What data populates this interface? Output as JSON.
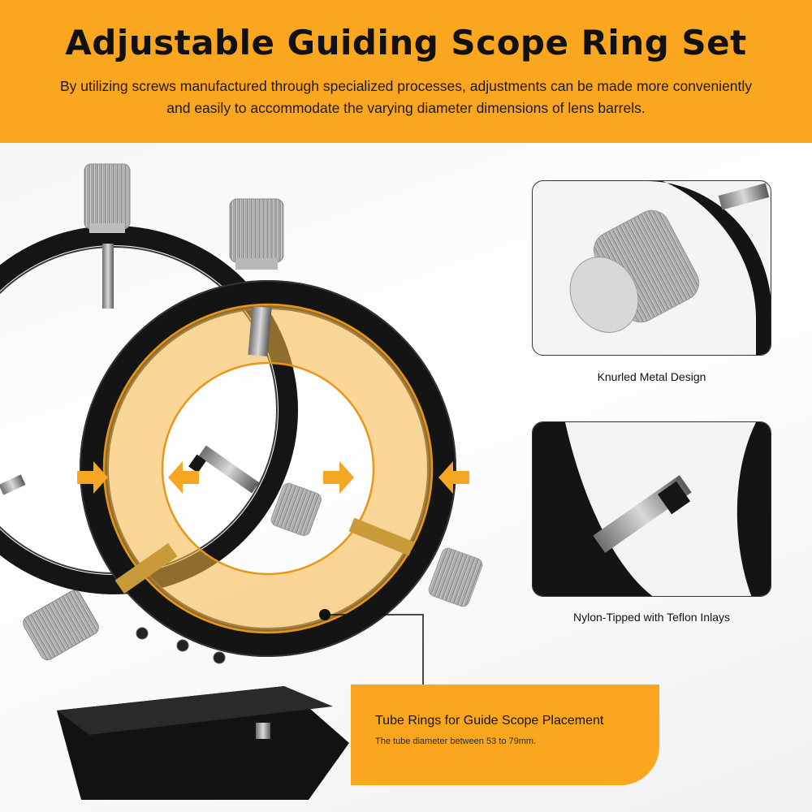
{
  "header": {
    "title": "Adjustable Guiding Scope Ring Set",
    "subtitle_line1": "By utilizing screws manufactured through specialized processes, adjustments can be made more conveniently",
    "subtitle_line2": "and easily to accommodate the varying diameter dimensions of lens barrels."
  },
  "features": [
    {
      "caption": "Knurled Metal Design",
      "icon": "knurled-knob-closeup"
    },
    {
      "caption": "Nylon-Tipped with Teflon Inlays",
      "icon": "nylon-tipped-screw-closeup"
    }
  ],
  "callout": {
    "title": "Tube Rings for Guide Scope Placement",
    "description": "The tube diameter between 53 to 79mm."
  },
  "colors": {
    "accent": "#fba61f",
    "ring": "#111111",
    "highlight": "#f5b642"
  }
}
